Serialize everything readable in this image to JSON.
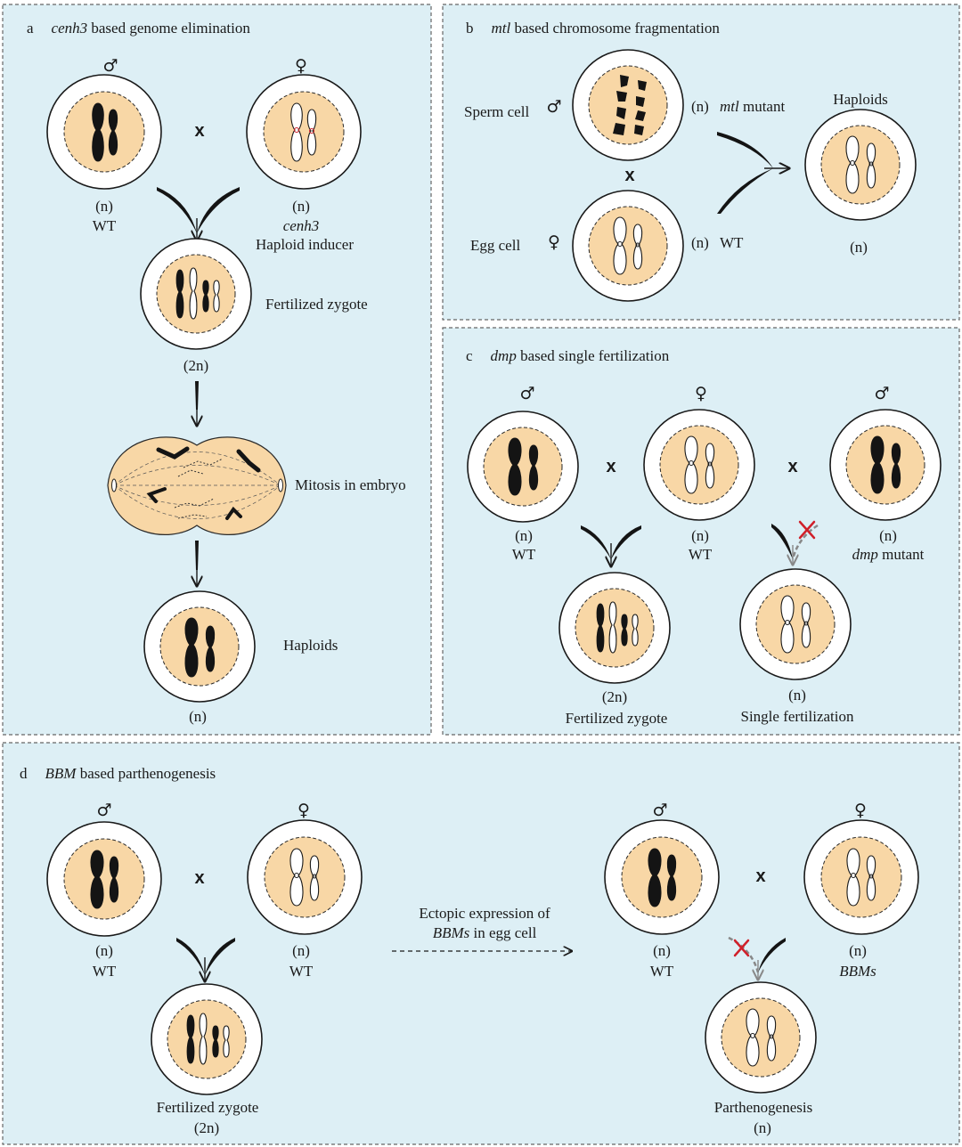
{
  "panels": {
    "a": {
      "letter": "a",
      "title_gene": "cenh3",
      "title_rest": " based genome elimination",
      "male_symbol": "♂",
      "female_symbol": "♀",
      "cross": "x",
      "ploidy_male": "(n)",
      "label_male": "WT",
      "ploidy_female": "(n)",
      "label_female_gene": "cenh3",
      "label_female_desc": "Haploid inducer",
      "zygote_label": "Fertilized zygote",
      "zygote_ploidy": "(2n)",
      "mitosis_label": "Mitosis in embryo",
      "haploid_label": "Haploids",
      "haploid_ploidy": "(n)"
    },
    "b": {
      "letter": "b",
      "title_gene": "mtl",
      "title_rest": " based chromosome fragmentation",
      "sperm_label": "Sperm cell",
      "male_symbol": "♂",
      "sperm_ploidy": "(n)",
      "sperm_type_gene": "mtl",
      "sperm_type_rest": " mutant",
      "cross": "x",
      "egg_label": "Egg cell",
      "female_symbol": "♀",
      "egg_ploidy": "(n)",
      "egg_type": "WT",
      "result_label": "Haploids",
      "result_ploidy": "(n)"
    },
    "c": {
      "letter": "c",
      "title_gene": "dmp",
      "title_rest": " based single fertilization",
      "male_symbol": "♂",
      "female_symbol": "♀",
      "cross": "x",
      "left_ploidy": "(n)",
      "left_label": "WT",
      "middle_ploidy": "(n)",
      "middle_label": "WT",
      "right_ploidy": "(n)",
      "right_label_gene": "dmp",
      "right_label_rest": " mutant",
      "zygote_ploidy": "(2n)",
      "zygote_label": "Fertilized zygote",
      "single_ploidy": "(n)",
      "single_label": "Single fertilization"
    },
    "d": {
      "letter": "d",
      "title_gene": "BBM",
      "title_rest": " based parthenogenesis",
      "male_symbol": "♂",
      "female_symbol": "♀",
      "cross": "x",
      "left_male_ploidy": "(n)",
      "left_male_label": "WT",
      "left_female_ploidy": "(n)",
      "left_female_label": "WT",
      "zygote_label": "Fertilized zygote",
      "zygote_ploidy": "(2n)",
      "ectopic_line1": "Ectopic expression of",
      "ectopic_line2_gene": "BBMs",
      "ectopic_line2_rest": " in egg cell",
      "right_male_ploidy": "(n)",
      "right_male_label": "WT",
      "right_female_ploidy": "(n)",
      "right_female_label": "BBMs",
      "partheno_label": "Parthenogenesis",
      "partheno_ploidy": "(n)"
    }
  },
  "colors": {
    "panel_bg": "#ddeff5",
    "nucleus": "#f8d7a6",
    "chromosome_dark": "#141414",
    "block_cross": "#d0202a"
  }
}
